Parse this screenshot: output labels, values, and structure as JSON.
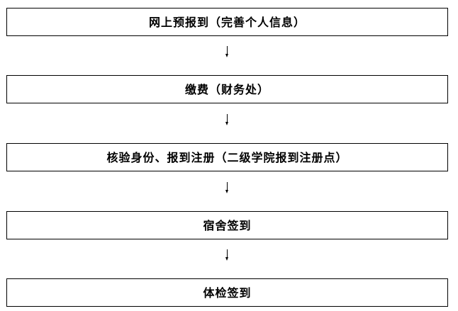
{
  "steps": [
    {
      "label": "网上预报到（完善个人信息）"
    },
    {
      "label": "缴费（财务处）"
    },
    {
      "label": "核验身份、报到注册（二级学院报到注册点）"
    },
    {
      "label": "宿舍签到"
    },
    {
      "label": "体检签到"
    }
  ]
}
